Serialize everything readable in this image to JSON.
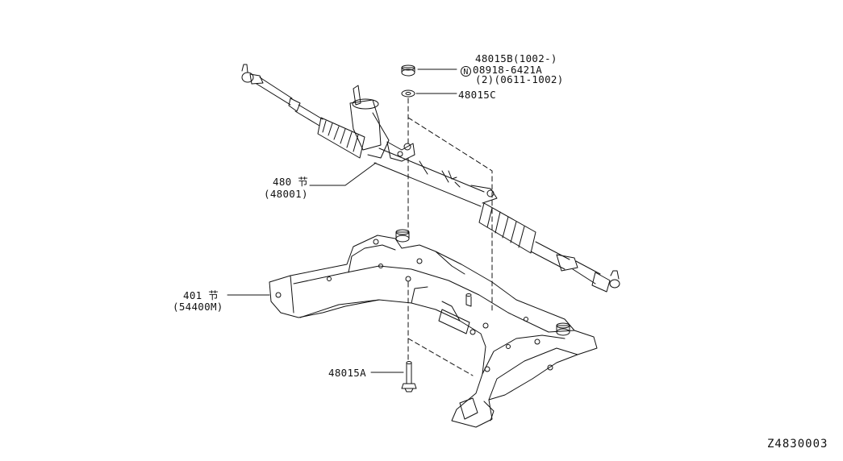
{
  "diagram": {
    "parts": {
      "p48015b": {
        "label": "48015B(1002-)",
        "nmark": "N",
        "line2": "08918-6421A",
        "line3": "(2)(0611-1002)"
      },
      "p48015c": {
        "label": "48015C"
      },
      "p480": {
        "label": "480 节",
        "sub": "(48001)"
      },
      "p401": {
        "label": "401 节",
        "sub": "(54400M)"
      },
      "p48015a": {
        "label": "48015A"
      }
    },
    "code": "Z4830003"
  }
}
